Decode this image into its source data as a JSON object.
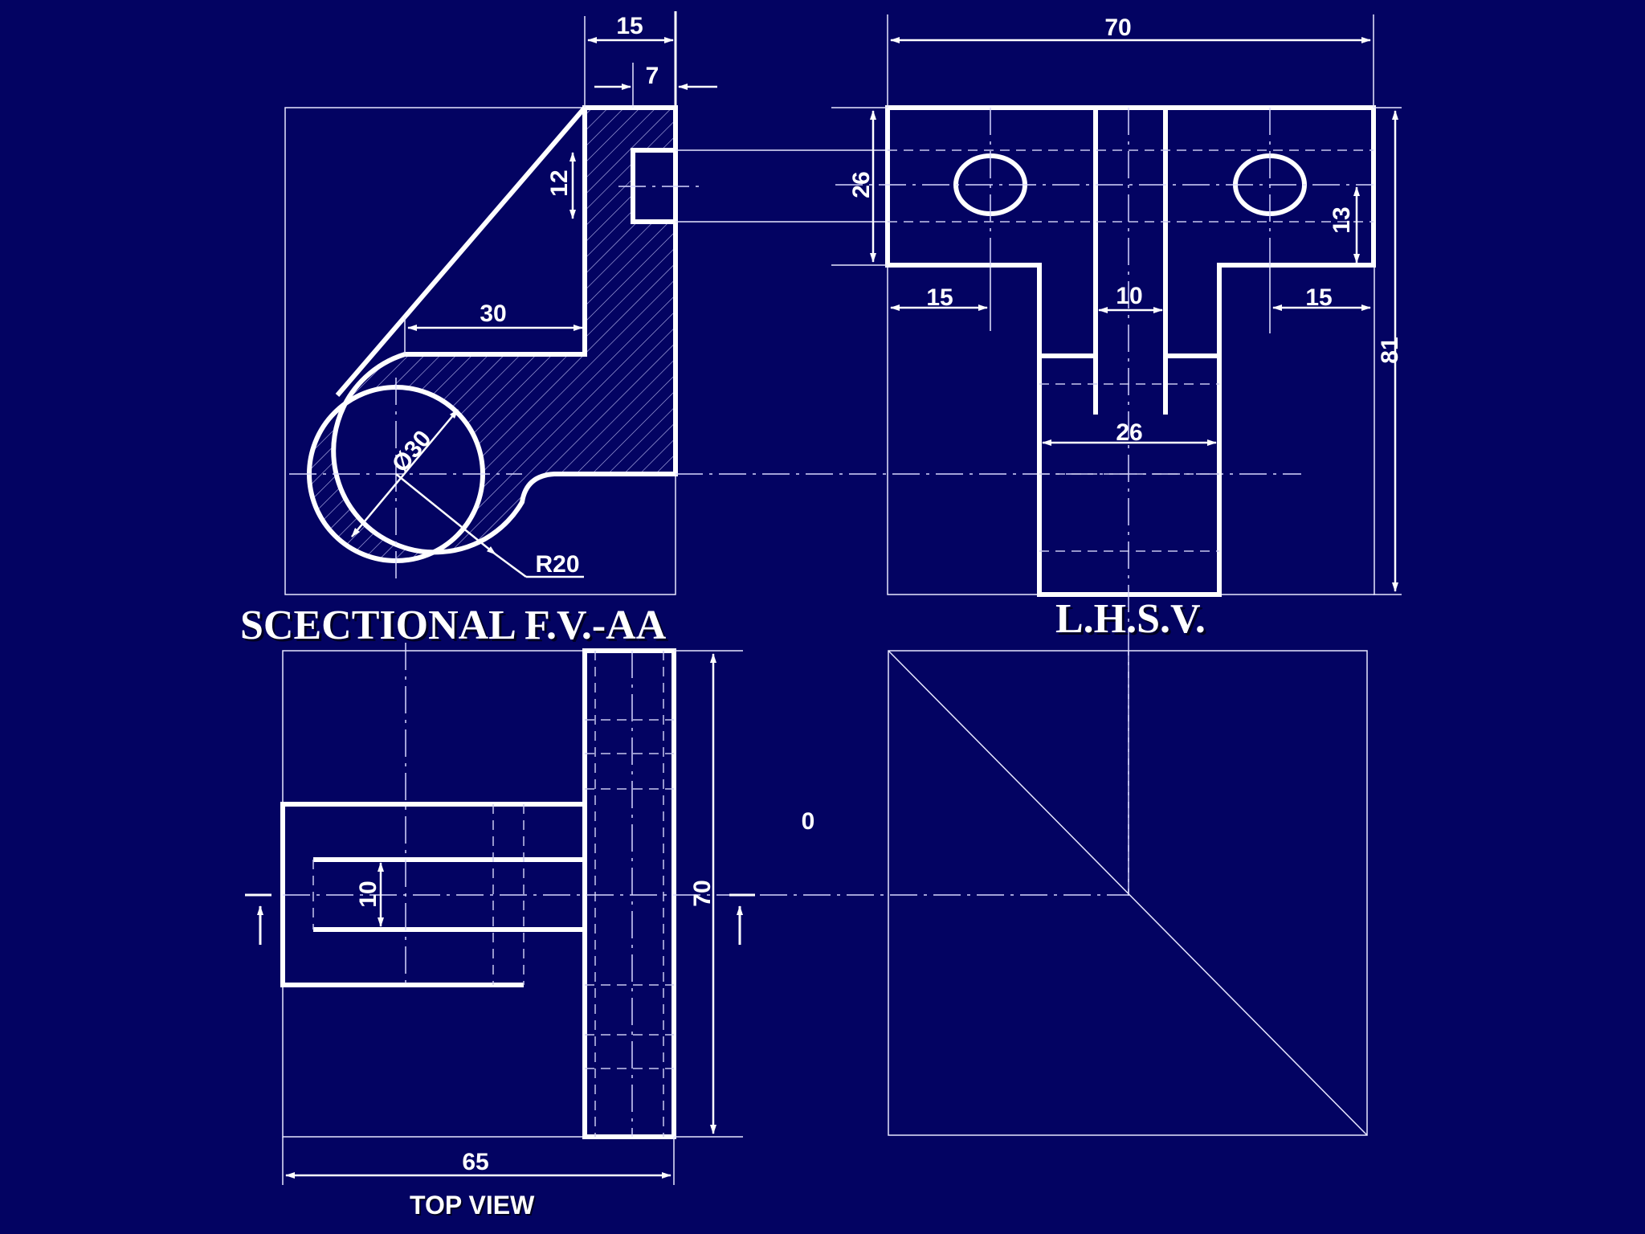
{
  "labels": {
    "front_title": "SCECTIONAL F.V.-AA",
    "side_title": "L.H.S.V.",
    "top_title": "TOP VIEW",
    "origin_mark": "0"
  },
  "dimensions": {
    "d15_top": "15",
    "d7": "7",
    "d12": "12",
    "d30": "30",
    "dia30": "Ø30",
    "r20": "R20",
    "d70_top": "70",
    "d26_left": "26",
    "d13": "13",
    "d15_left": "15",
    "d10_mid": "10",
    "d15_right": "15",
    "d81": "81",
    "d26_web": "26",
    "d10_slot": "10",
    "d70_vert": "70",
    "d65": "65"
  },
  "colors": {
    "background": "#030362",
    "line": "#ffffff",
    "thin_line": "#e8e8ff"
  }
}
